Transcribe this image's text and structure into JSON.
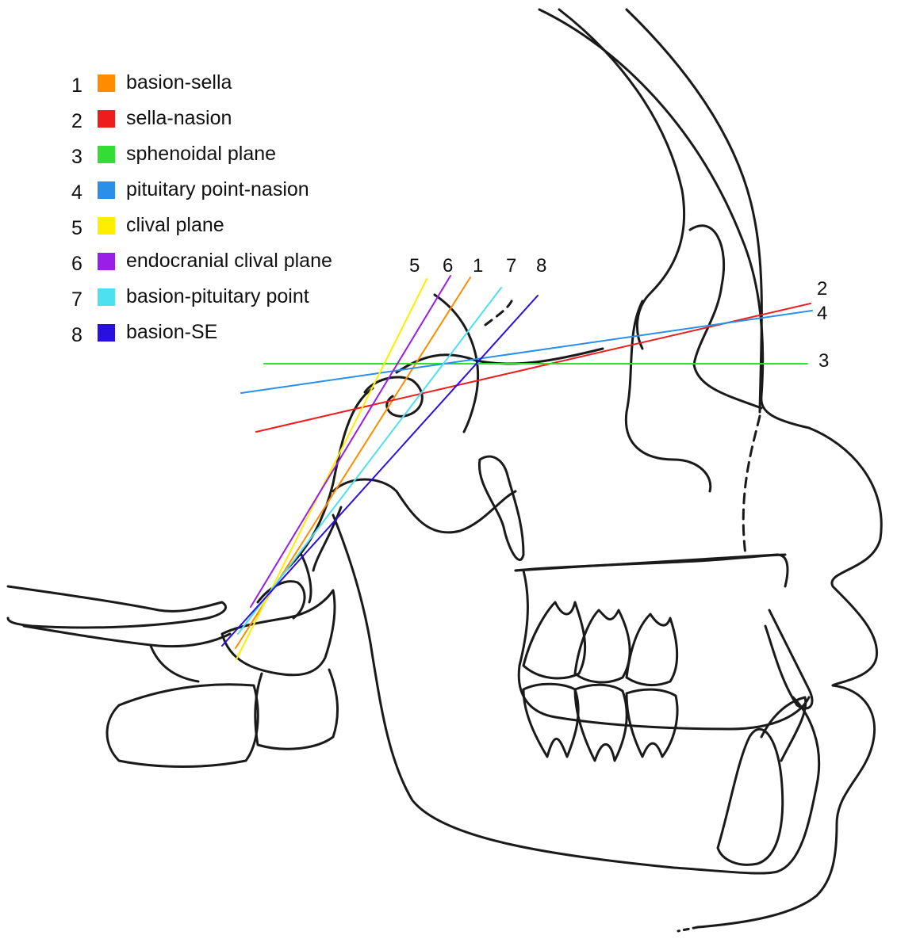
{
  "legend": [
    {
      "num": "1",
      "label": "basion-sella",
      "color": "#ff8c00"
    },
    {
      "num": "2",
      "label": "sella-nasion",
      "color": "#ee1c1c"
    },
    {
      "num": "3",
      "label": "sphenoidal plane",
      "color": "#33dd33"
    },
    {
      "num": "4",
      "label": "pituitary point-nasion",
      "color": "#2a8fe8"
    },
    {
      "num": "5",
      "label": "clival plane",
      "color": "#ffee00"
    },
    {
      "num": "6",
      "label": "endocranial clival plane",
      "color": "#9b1de8"
    },
    {
      "num": "7",
      "label": "basion-pituitary point",
      "color": "#4de0f0"
    },
    {
      "num": "8",
      "label": "basion-SE",
      "color": "#2a10e0"
    }
  ],
  "line_labels": {
    "top": [
      "5",
      "6",
      "1",
      "7",
      "8"
    ],
    "right": [
      "2",
      "4",
      "3"
    ]
  }
}
